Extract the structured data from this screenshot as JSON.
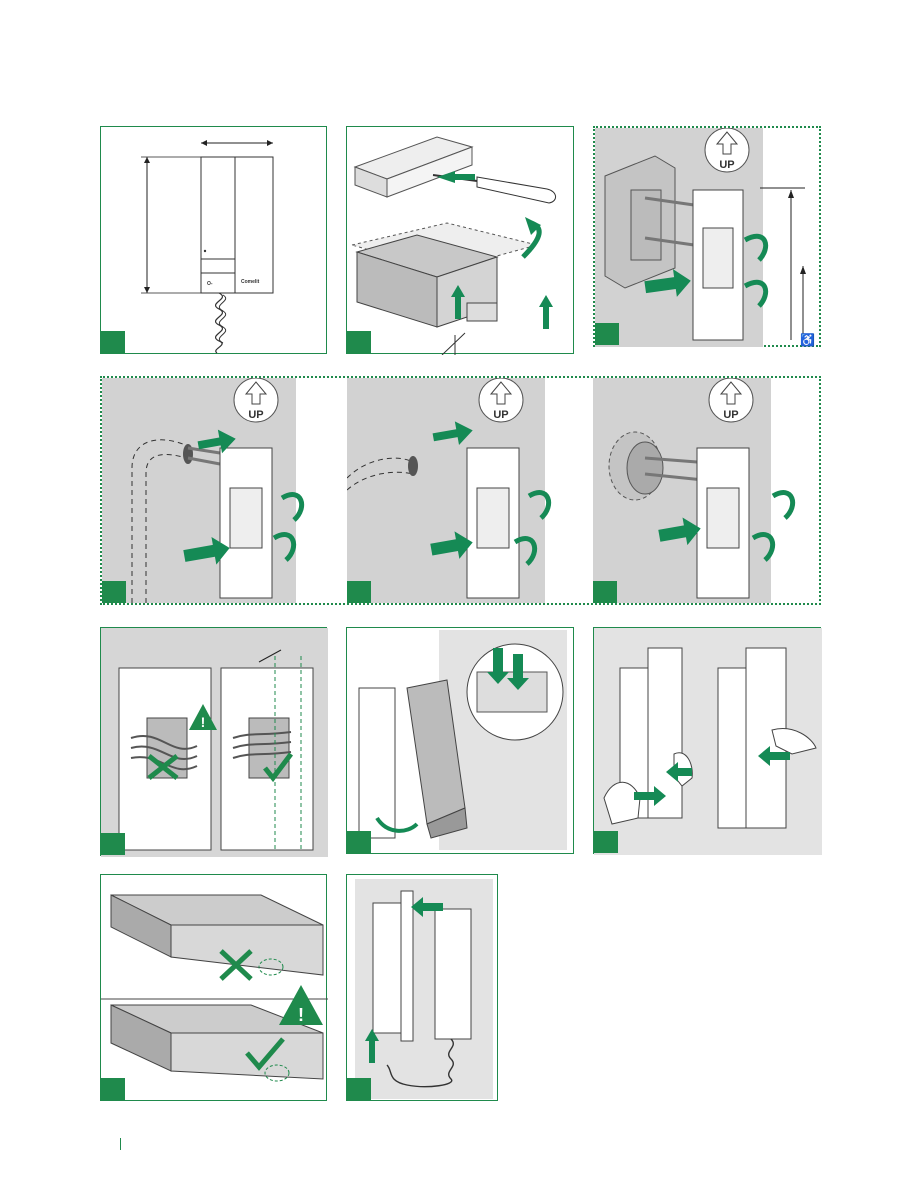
{
  "brand": {
    "wordmark": "Comelit"
  },
  "accent_color": "#1f8a4c",
  "arrow_color": "#158a55",
  "panels": [
    {
      "name": "dimensions",
      "border": "solid"
    },
    {
      "name": "open-housing",
      "border": "solid"
    },
    {
      "name": "mount-flush-box",
      "border": "dotted",
      "up_label": "UP"
    },
    {
      "name": "mount-wall-plugs-cable",
      "border": "dotted",
      "up_label": "UP"
    },
    {
      "name": "mount-wall-plugs",
      "border": "dotted",
      "up_label": "UP"
    },
    {
      "name": "mount-round-box",
      "border": "dotted",
      "up_label": "UP"
    },
    {
      "name": "wiring-routing",
      "border": "solid"
    },
    {
      "name": "attach-cover",
      "border": "solid"
    },
    {
      "name": "slide-handset-cover",
      "border": "solid"
    },
    {
      "name": "latch-check",
      "border": "solid"
    },
    {
      "name": "connect-handset",
      "border": "solid"
    }
  ]
}
